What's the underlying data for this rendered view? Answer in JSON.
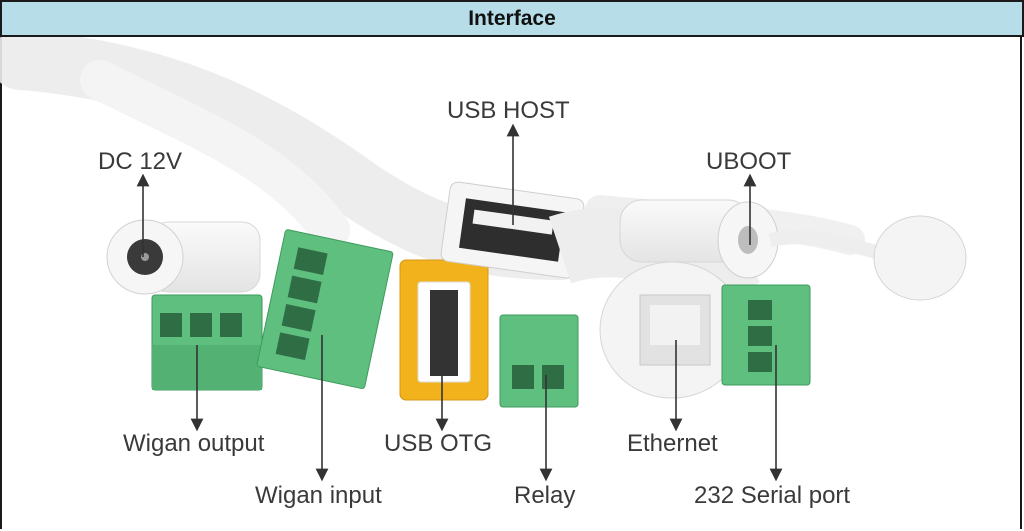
{
  "header": {
    "title": "Interface"
  },
  "labels": {
    "dc12v": "DC 12V",
    "usb_host": "USB HOST",
    "uboot": "UBOOT",
    "wigan_output": "Wigan output",
    "wigan_input": "Wigan input",
    "usb_otg": "USB OTG",
    "relay": "Relay",
    "ethernet": "Ethernet",
    "serial_232": "232 Serial port"
  },
  "colors": {
    "header_bg": "#b7dde9",
    "terminal_green": "#5fbf7f",
    "otg_yellow": "#f2b21c",
    "cable_white": "#f2f2f2"
  }
}
